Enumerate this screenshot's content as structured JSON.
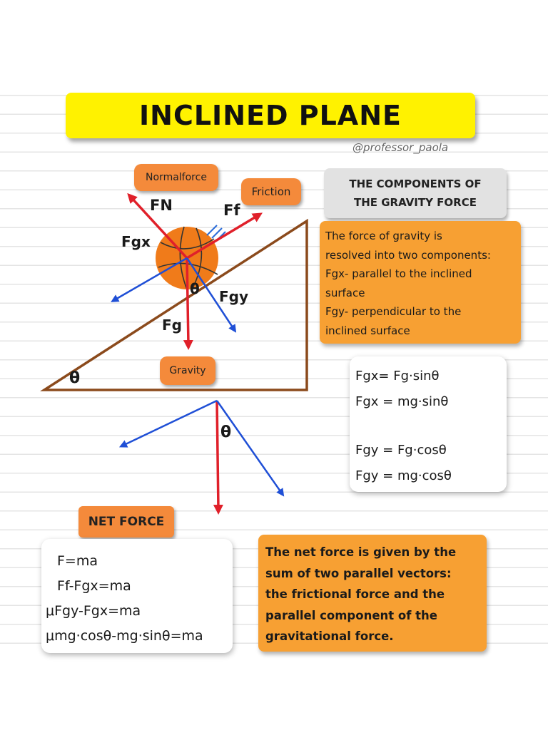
{
  "title": "INCLINED PLANE",
  "handle": "@professor_paola",
  "labels": {
    "normal_force": "Normalforce",
    "friction": "Friction",
    "gravity": "Gravity",
    "fn": "FN",
    "ff": "Ff",
    "fgx": "Fgx",
    "fgy": "Fgy",
    "fg": "Fg",
    "theta_ball": "θ",
    "theta_incline": "θ",
    "theta_components": "θ"
  },
  "components_box": {
    "heading": "THE COMPONENTS OF\nTHE GRAVITY FORCE",
    "lines": [
      "The force of gravity is",
      "resolved into two components:",
      "Fgx- parallel to the inclined",
      "surface",
      "Fgy- perpendicular to the",
      "inclined surface"
    ]
  },
  "formulas": {
    "fgx_1": "Fgx= Fg·sinθ",
    "fgx_2": "Fgx = mg·sinθ",
    "fgy_1": "Fgy = Fg·cosθ",
    "fgy_2": "Fgy = mg·cosθ"
  },
  "net_force": {
    "label": "NET FORCE",
    "equations": [
      "F=ma",
      "Ff-Fgx=ma",
      "μFgy-Fgx=ma",
      "μmg·cosθ-mg·sinθ=ma"
    ],
    "description_lines": [
      "The net force is given by the",
      "sum of two parallel vectors:",
      "the frictional force and the",
      "parallel component of the",
      "gravitational force."
    ]
  },
  "colors": {
    "title_bg": "#fff200",
    "orange": "#f7a033",
    "pill_orange": "#f48a3b",
    "red_arrow": "#e0202a",
    "blue_arrow": "#1f4fd6",
    "incline": "#8b4a1c",
    "ball": "#f07b1a"
  }
}
